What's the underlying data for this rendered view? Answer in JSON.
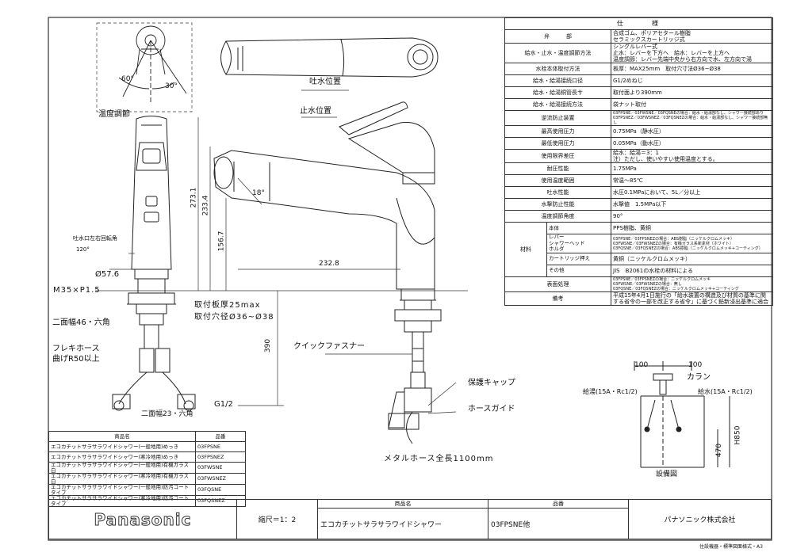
{
  "drawing": {
    "labels": {
      "temp_adjust": "温度調節",
      "angle_60": "60°",
      "angle_30": "30°",
      "spout_position_top": "吐水位置",
      "spout_position_side": "止水位置",
      "dim_273": "273.1",
      "dim_233": "233.4",
      "dim_156": "156.7",
      "dim_232": "232.8",
      "dim_18": "18°",
      "dim_57": "Ø57.6",
      "swivel": "吐水口左右回転角",
      "swivel_deg": "120°",
      "thread": "M35×P1.5",
      "plate": "取付板厚25max",
      "hole": "取付穴径Ø36~Ø38",
      "hex46": "二面幅46・六角",
      "flex_hose": "フレキホース",
      "bend": "曲げR50以上",
      "dim_390": "390",
      "hex23": "二面幅23・六角",
      "g12": "G1/2",
      "quick_fastener": "クイックファスナー",
      "cap": "保護キャップ",
      "hose_guide": "ホースガイド",
      "metal_hose": "メタルホース全長1100mm",
      "callan": "カラン",
      "dim_100a": "100",
      "dim_100b": "100",
      "hot_water": "給湯(15A・Rc1/2)",
      "cold_water": "給水(15A・Rc1/2)",
      "h850": "H850",
      "d470": "470",
      "base": "設備図"
    }
  },
  "spec": {
    "header": "仕　　　様",
    "rows": [
      {
        "k": "弁　　　部",
        "v": "合成ゴム、ポリアセタール樹脂\nセラミックスカートリッジ式"
      },
      {
        "k": "給水・止水・温度調節方法",
        "v": "シングルレバー式\n止水：レバーを下方へ　給水：レバーを上方へ\n温度調節：レバー先端中央から右方向で水、左方向で湯"
      },
      {
        "k": "水栓本体取付方法",
        "v": "板厚：MAX25mm　取付穴寸法Ø36~Ø38"
      },
      {
        "k": "給水・給湯接続口径",
        "v": "G1/2めねじ"
      },
      {
        "k": "給水・給湯銅管長サ",
        "v": "取付面より390mm"
      },
      {
        "k": "給水・給湯接続方法",
        "v": "袋ナット取付"
      },
      {
        "k": "逆流防止装置",
        "v": "03FPSNE／03FWSNE／03FQSNEの場合：給水・給湯部なし、シャワー接続部あり\n03FPSNEZ／03FWSNEZ／03FQSNEZの場合：給水・給湯部なし、シャワー接続部無し"
      },
      {
        "k": "最高使用圧力",
        "v": "0.75MPa（静水圧）"
      },
      {
        "k": "最低使用圧力",
        "v": "0.05MPa（動水圧）"
      },
      {
        "k": "使用限界差圧",
        "v": "給水：給湯＝3：1\n注）ただし、使いやすい使用温度とする。"
      },
      {
        "k": "耐圧性能",
        "v": "1.75MPa"
      },
      {
        "k": "使用温度範囲",
        "v": "常温～85℃"
      },
      {
        "k": "吐水性能",
        "v": "水圧0.1MPaにおいて、5L／分以上"
      },
      {
        "k": "水撃防止性能",
        "v": "水撃値　1.5MPa以下"
      },
      {
        "k": "温度調節角度",
        "v": "90°"
      }
    ],
    "material": {
      "k": "材料",
      "rows": [
        {
          "s": "本体",
          "v": "PPS樹脂、黄銅"
        },
        {
          "s": "レバー\nシャワーヘッド\nホルダ",
          "v": "03FPSNE／03FPSNEZの場合：ABS樹脂（ニッケルクロムメッキ）\n03FWSNE／03FWSNEZの場合：有機ガラス系新素材（ホワイト）\n03FQSNE／03FQSNEZの場合：ABS樹脂（ニッケルクロムメッキ+コーティング）"
        },
        {
          "s": "カートリッジ押え",
          "v": "黄銅（ニッケルクロムメッキ）"
        },
        {
          "s": "その他",
          "v": "JIS　B2061の水栓の材料による"
        }
      ]
    },
    "surface": {
      "k": "表面処理",
      "v": "03FPSNE／03FPSNEZの場合：ニッケルクロムメッキ\n03FWSNE／03FWSNEZの場合：無し\n03FQSNE／03FQSNEZの場合：ニッケルクロムメッキ+コーティング"
    },
    "remarks": {
      "k": "備考",
      "v": "平成15年4月1日施行の「給水装置の構造及び材質の基準に関する省令の一部を改正する省令」に基づく鉛新浸出基準に適合"
    }
  },
  "models": {
    "header_name": "商品名",
    "header_code": "品番",
    "rows": [
      {
        "name": "エコカチットサラサラワイドシャワー(一般地用)めっき",
        "code": "03FPSNE"
      },
      {
        "name": "エコカチットサラサラワイドシャワー(寒冷地用)めっき",
        "code": "03FPSNEZ"
      },
      {
        "name": "エコカチットサラサラワイドシャワー(一般地用)有機ガラス白",
        "code": "03FWSNE"
      },
      {
        "name": "エコカチットサラサラワイドシャワー(寒冷地用)有機ガラス白",
        "code": "03FWSNEZ"
      },
      {
        "name": "エコカチットサラサラワイドシャワー(一般地用)防汚コートタイプ",
        "code": "03FQSNE"
      },
      {
        "name": "エコカチットサラサラワイドシャワー(寒冷地用)防汚コートタイプ",
        "code": "03FQSNEZ"
      }
    ]
  },
  "titleblock": {
    "brand": "Panasonic",
    "scale": "縮尺＝1：2",
    "name_label": "商品名",
    "name": "エコカチットサラサラワイドシャワー",
    "code_label": "品番",
    "code": "03FPSNE他",
    "company": "パナソニック株式会社",
    "footer": "住設機器・標準図面様式・A3"
  }
}
